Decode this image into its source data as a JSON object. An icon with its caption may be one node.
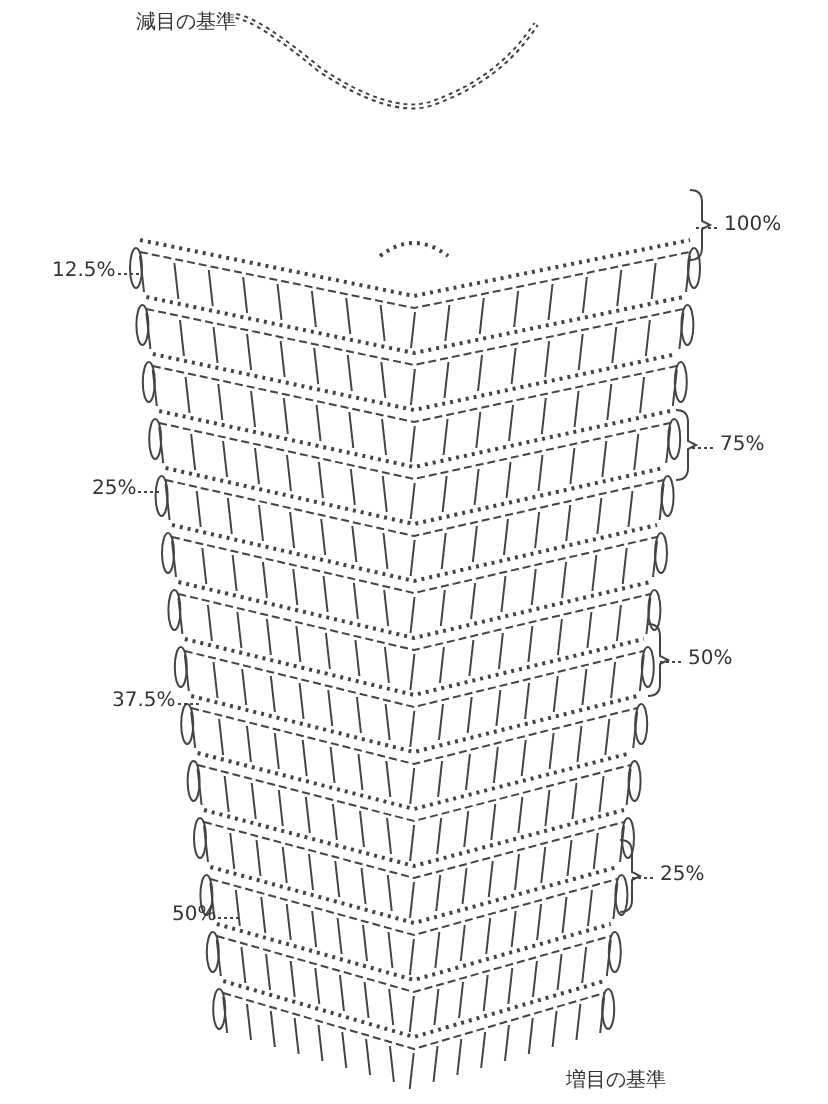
{
  "diagram": {
    "labels": [
      "減目の基準",
      "100%",
      "12.5%",
      "75%",
      "25%",
      "50%",
      "37.5%",
      "25%",
      "50%",
      "増目の基準"
    ]
  }
}
